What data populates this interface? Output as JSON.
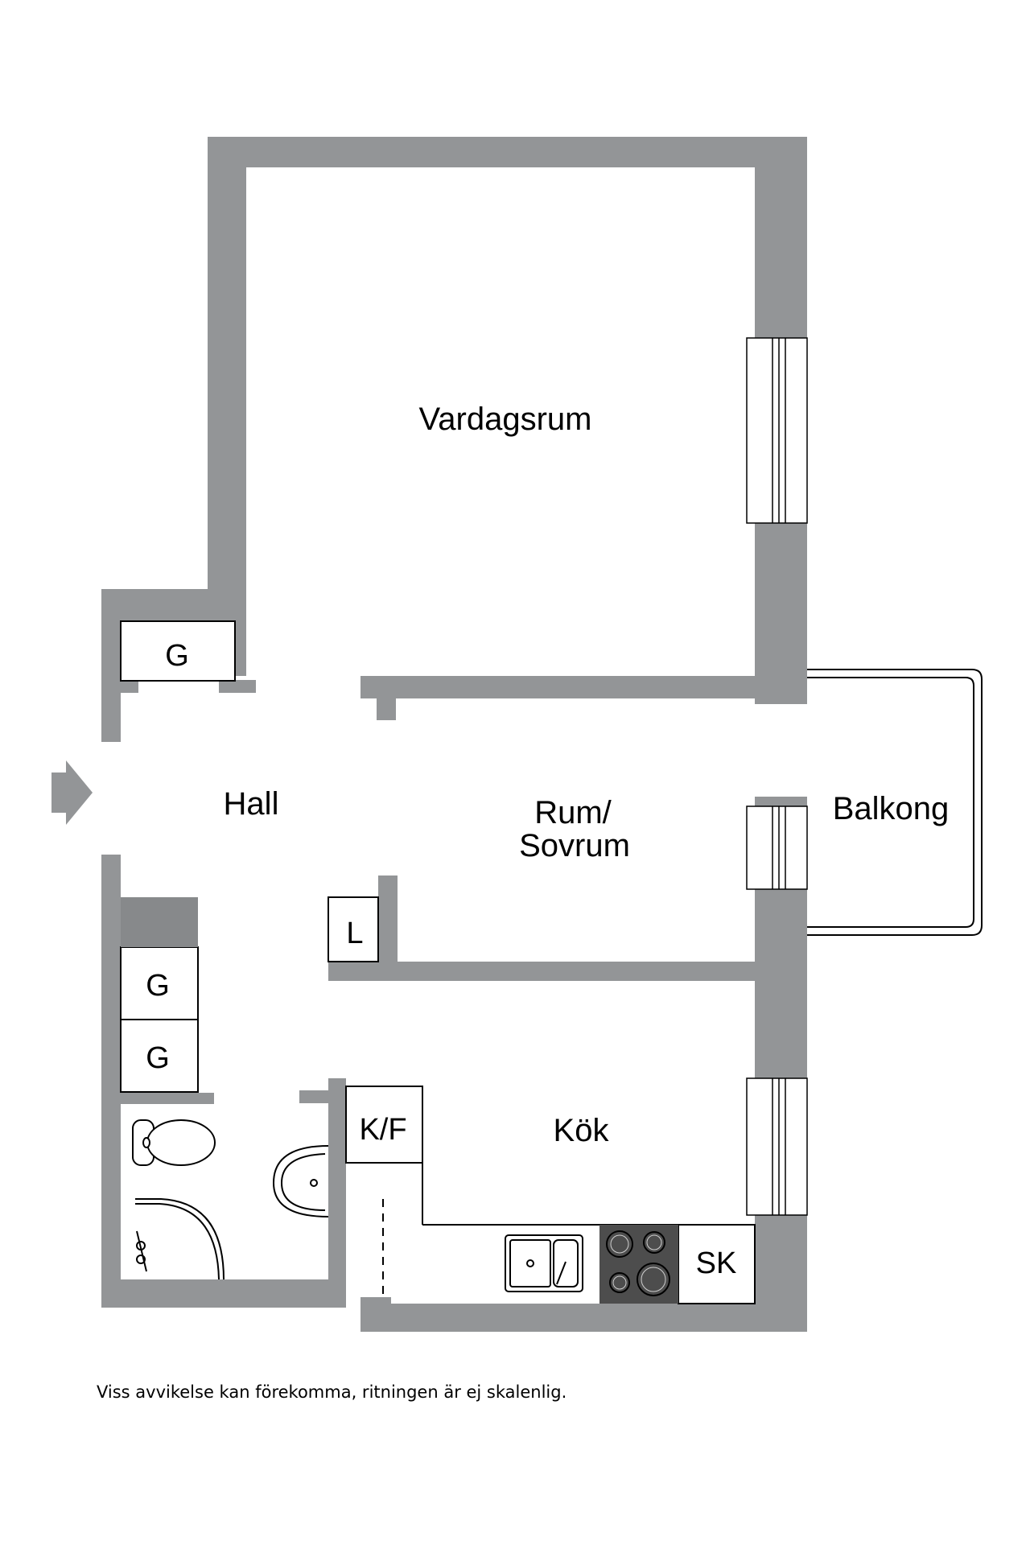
{
  "rooms": {
    "vardagsrum": "Vardagsrum",
    "hall": "Hall",
    "rum_line1": "Rum/",
    "rum_line2": "Sovrum",
    "balkong": "Balkong",
    "kok": "Kök",
    "garderob_top": "G",
    "garderob_mid1": "G",
    "garderob_mid2": "G",
    "linne": "L",
    "kyl_frys": "K/F",
    "skap": "SK"
  },
  "disclaimer": "Viss avvikelse kan förekomma, ritningen är ej skalenlig.",
  "colors": {
    "wall": "#939597",
    "dark_wall": "#87898b",
    "hob": "#4d4d4d",
    "line": "#000000",
    "background": "#ffffff"
  },
  "icons": {
    "entrance": "entrance-arrow-icon",
    "toilet": "toilet-icon",
    "washbasin": "washbasin-icon",
    "shower": "shower-icon",
    "sink": "kitchen-sink-icon",
    "hob": "stove-hob-icon"
  }
}
